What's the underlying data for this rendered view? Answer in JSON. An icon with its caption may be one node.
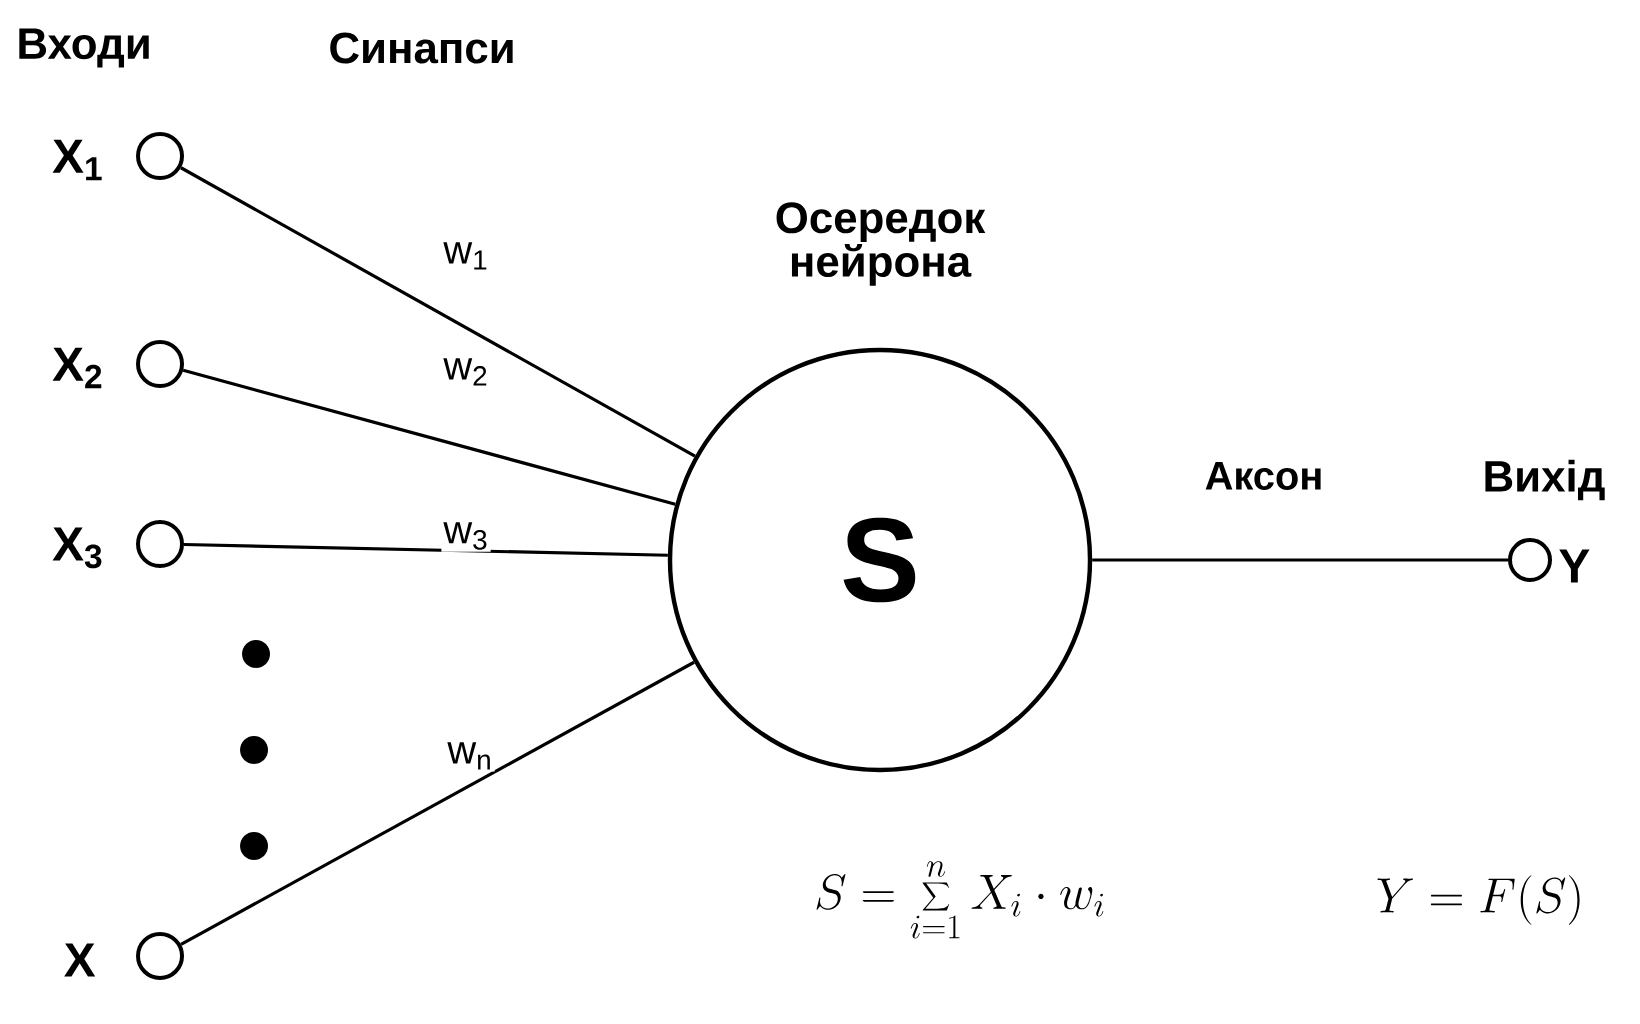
{
  "diagram": {
    "nodes": [
      {
        "text": [],
        "shape": "circle",
        "beside": [
          "X$_{1}$"
        ]
      },
      {
        "text": [],
        "shape": "circle",
        "beside": [
          "X$_{2}$"
        ]
      },
      {
        "text": [],
        "shape": "circle",
        "beside": [
          "X$_{3}$"
        ]
      },
      {
        "text": [],
        "shape": "circle",
        "beside": [
          "X"
        ]
      },
      {
        "text": [
          "S"
        ],
        "beside": [
          "Осередок нейрона"
        ]
      },
      {
        "text": [],
        "shape": "circle",
        "beside": [
          "Вихід",
          "Y"
        ]
      }
    ],
    "edges": [
      {
        "from": 0,
        "to": 4,
        "arrow": "none",
        "label": "w$_{1}$"
      },
      {
        "from": 1,
        "to": 4,
        "arrow": "none",
        "label": "w$_{2}$"
      },
      {
        "from": 2,
        "to": 4,
        "arrow": "none",
        "label": "w$_{3}$"
      },
      {
        "from": 3,
        "to": 4,
        "arrow": "none",
        "label": "w$_{n}$"
      },
      {
        "from": 4,
        "to": 5,
        "arrow": "none",
        "label": "Аксон"
      }
    ],
    "labels": [
      "Входи",
      "Синапси",
      "S =\\sum_{i=1}^{n} X_{i}\\cdot w_{i}",
      "Y = F(S)"
    ]
  }
}
